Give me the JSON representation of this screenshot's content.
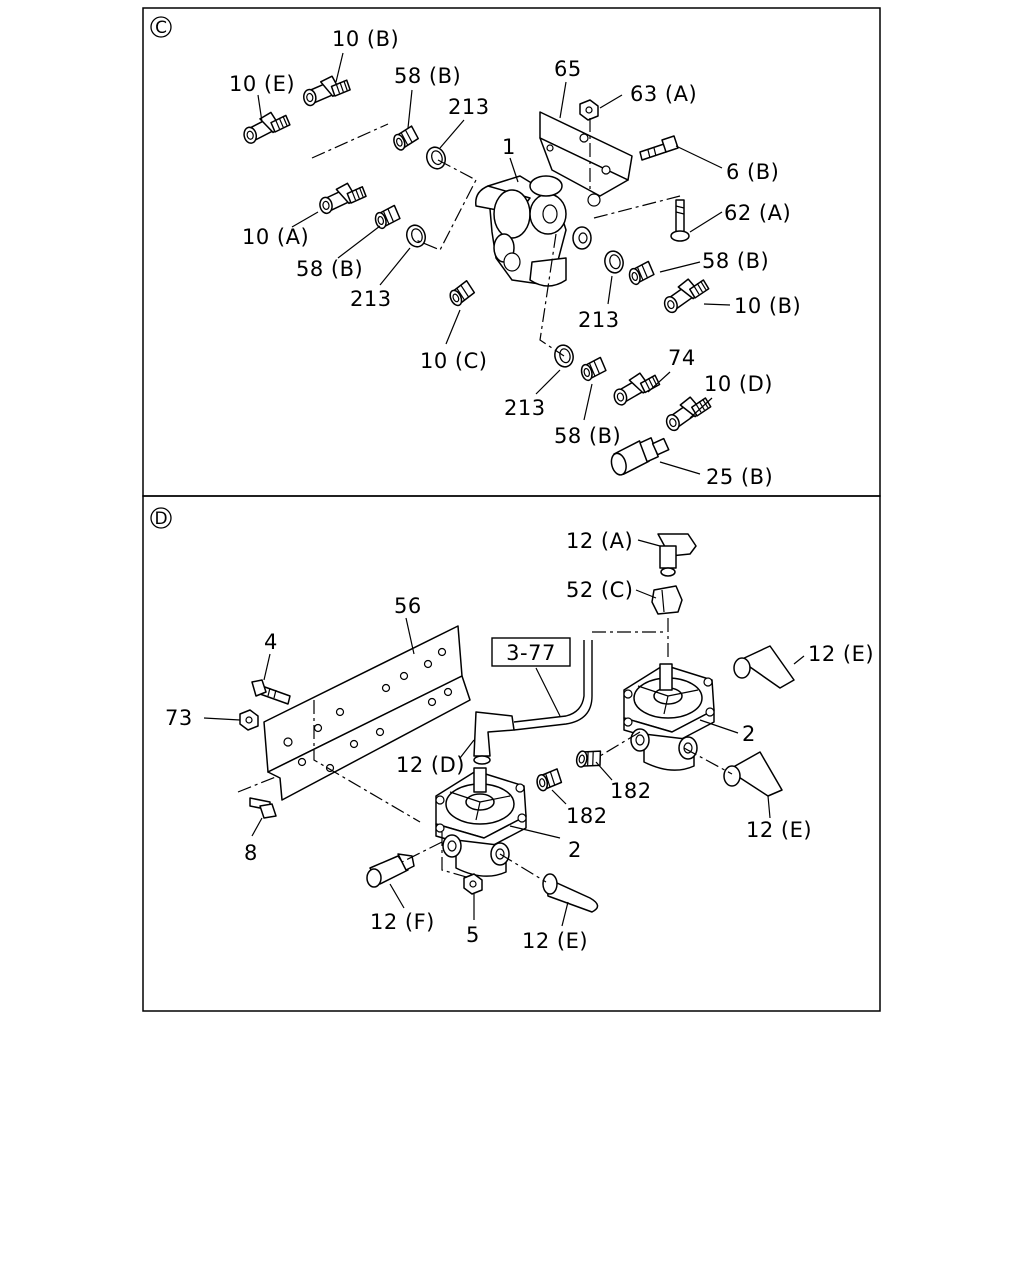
{
  "sections": {
    "c": {
      "marker": "C",
      "labels": {
        "l_10b_top": "10 (B)",
        "l_10e": "10 (E)",
        "l_58b_top": "58 (B)",
        "l_213_top": "213",
        "l_65": "65",
        "l_63a": "63 (A)",
        "l_1": "1",
        "l_6b": "6 (B)",
        "l_62a": "62 (A)",
        "l_10a": "10 (A)",
        "l_58b_left": "58 (B)",
        "l_213_left": "213",
        "l_58b_right": "58 (B)",
        "l_10b_right": "10 (B)",
        "l_213_right": "213",
        "l_10c": "10 (C)",
        "l_74": "74",
        "l_10d": "10 (D)",
        "l_213_bottom": "213",
        "l_58b_bottom": "58 (B)",
        "l_25b": "25 (B)"
      }
    },
    "d": {
      "marker": "D",
      "labels": {
        "l_12a": "12 (A)",
        "l_52c": "52 (C)",
        "l_56": "56",
        "l_ref": "3-77",
        "l_12e_top": "12 (E)",
        "l_4": "4",
        "l_73": "73",
        "l_2_right": "2",
        "l_12d": "12 (D)",
        "l_182_mid": "182",
        "l_182_right": "182",
        "l_12e_right": "12 (E)",
        "l_8": "8",
        "l_2_left": "2",
        "l_12f": "12 (F)",
        "l_5": "5",
        "l_12e_bottom": "12 (E)"
      }
    }
  }
}
